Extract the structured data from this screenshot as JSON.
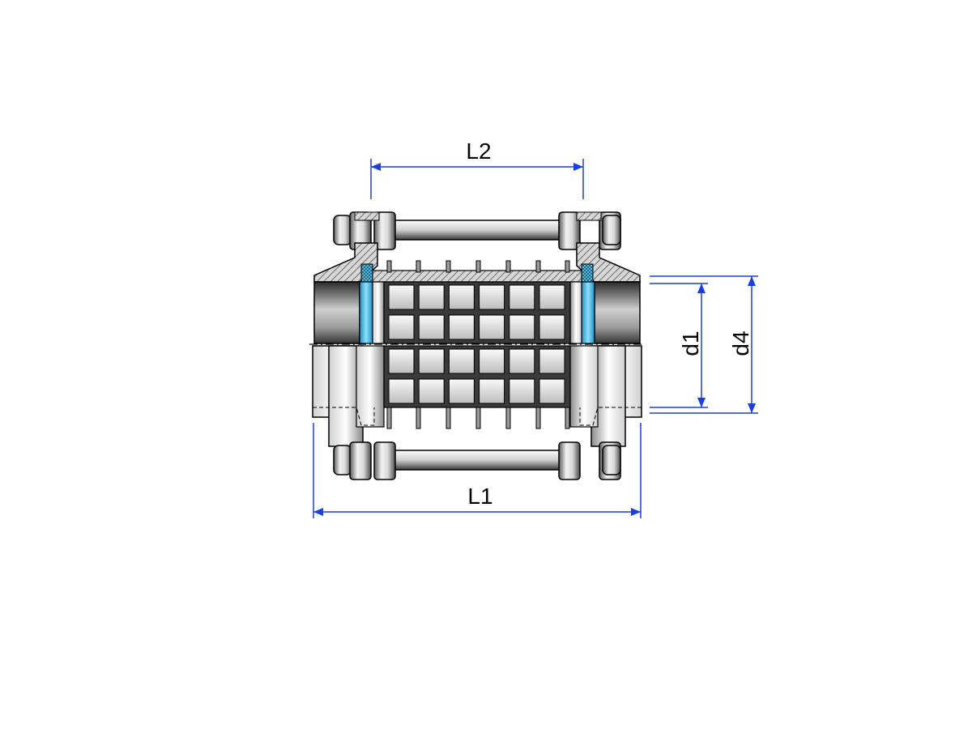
{
  "dimensions": {
    "L1": "L1",
    "L2": "L2",
    "d1": "d1",
    "d4": "d4"
  },
  "colors": {
    "dimension_line": "#1a3fe0",
    "seal": "#39b8e6",
    "hatch": "#555555"
  }
}
